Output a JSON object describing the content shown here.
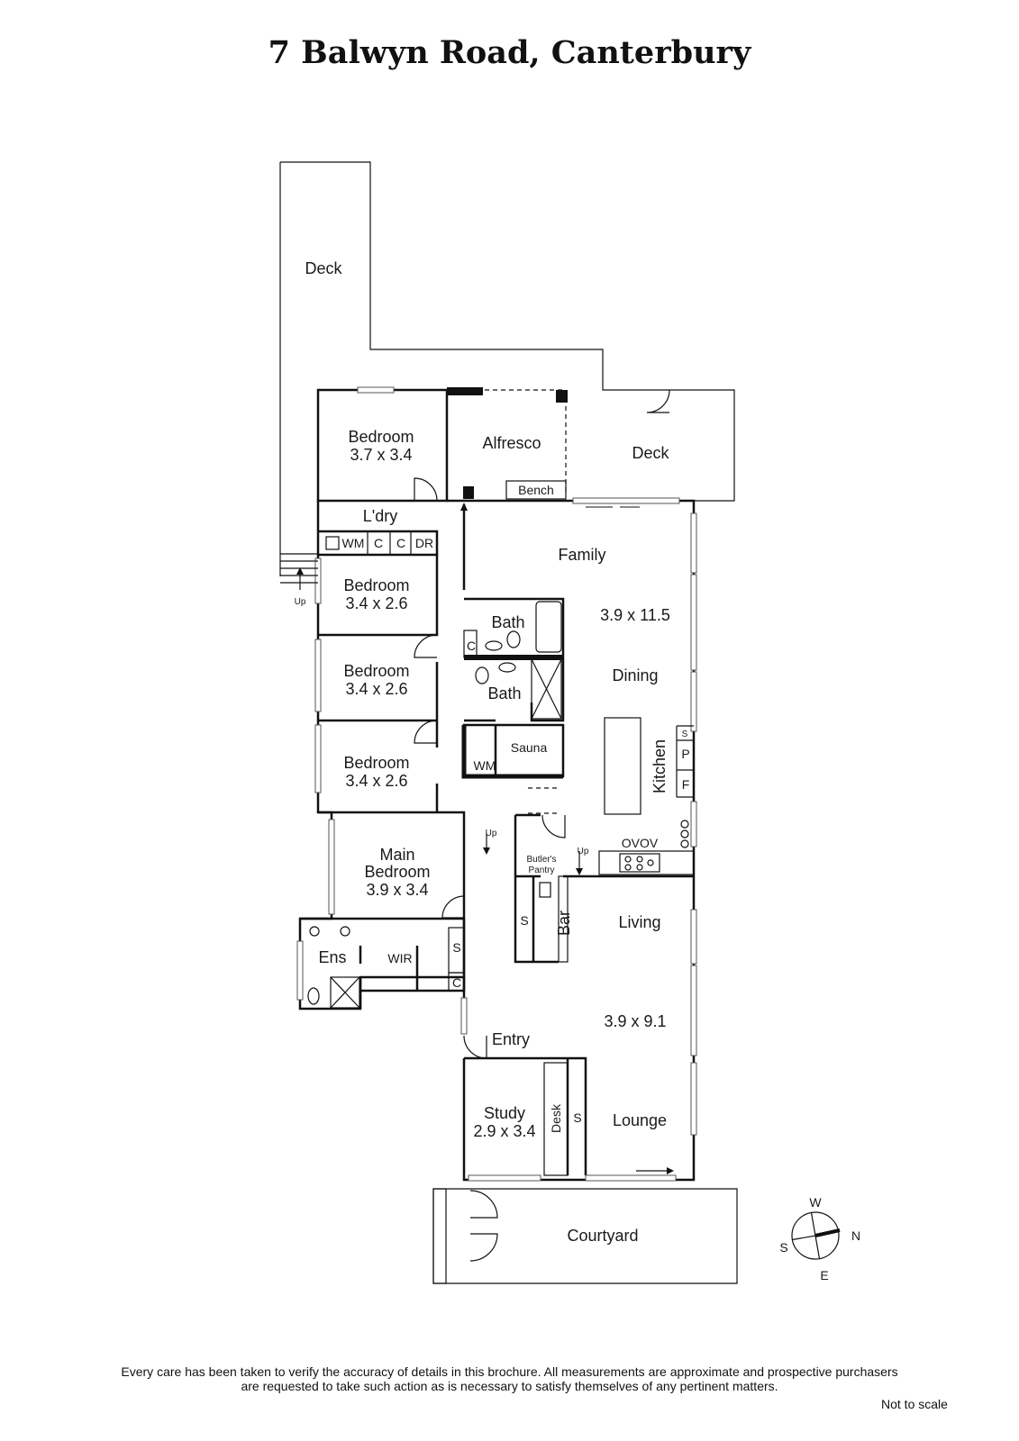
{
  "title": "7 Balwyn Road, Canterbury",
  "rooms": {
    "deck_top": "Deck",
    "deck_right": "Deck",
    "alfresco": "Alfresco",
    "bench": "Bench",
    "bedroom1_name": "Bedroom",
    "bedroom1_size": "3.7 x 3.4",
    "laundry": "L'dry",
    "wm1": "WM",
    "c1": "C",
    "c2": "C",
    "dr": "DR",
    "bedroom2_name": "Bedroom",
    "bedroom2_size": "3.4 x 2.6",
    "bedroom3_name": "Bedroom",
    "bedroom3_size": "3.4 x 2.6",
    "bedroom4_name": "Bedroom",
    "bedroom4_size": "3.4 x 2.6",
    "up1": "Up",
    "family": "Family",
    "family_size": "3.9 x 11.5",
    "dining": "Dining",
    "bath1": "Bath",
    "bath2": "Bath",
    "c_bath": "C",
    "sauna": "Sauna",
    "wm2": "WM",
    "kitchen": "Kitchen",
    "s_kitchen": "S",
    "p_kitchen": "P",
    "f_kitchen": "F",
    "ovov": "OVOV",
    "up2": "Up",
    "up3": "Up",
    "butlers": "Butler's",
    "pantry": "Pantry",
    "main_bedroom_l1": "Main",
    "main_bedroom_l2": "Bedroom",
    "main_bedroom_size": "3.9 x 3.4",
    "ens": "Ens",
    "wir": "WIR",
    "s_hall": "S",
    "c_hall": "C",
    "s_bar": "S",
    "bar": "Bar",
    "living": "Living",
    "living_size": "3.9 x 9.1",
    "entry": "Entry",
    "study": "Study",
    "study_size": "2.9 x 3.4",
    "desk": "Desk",
    "s_study": "S",
    "lounge": "Lounge",
    "courtyard": "Courtyard"
  },
  "compass": {
    "w": "W",
    "n": "N",
    "s": "S",
    "e": "E"
  },
  "disclaimer_line1": "Every care has been taken to verify the accuracy of details in this brochure.  All measurements are approximate and prospective purchasers",
  "disclaimer_line2": "are requested to take such action as is necessary to satisfy themselves of any pertinent matters.",
  "not_to_scale": "Not to scale"
}
